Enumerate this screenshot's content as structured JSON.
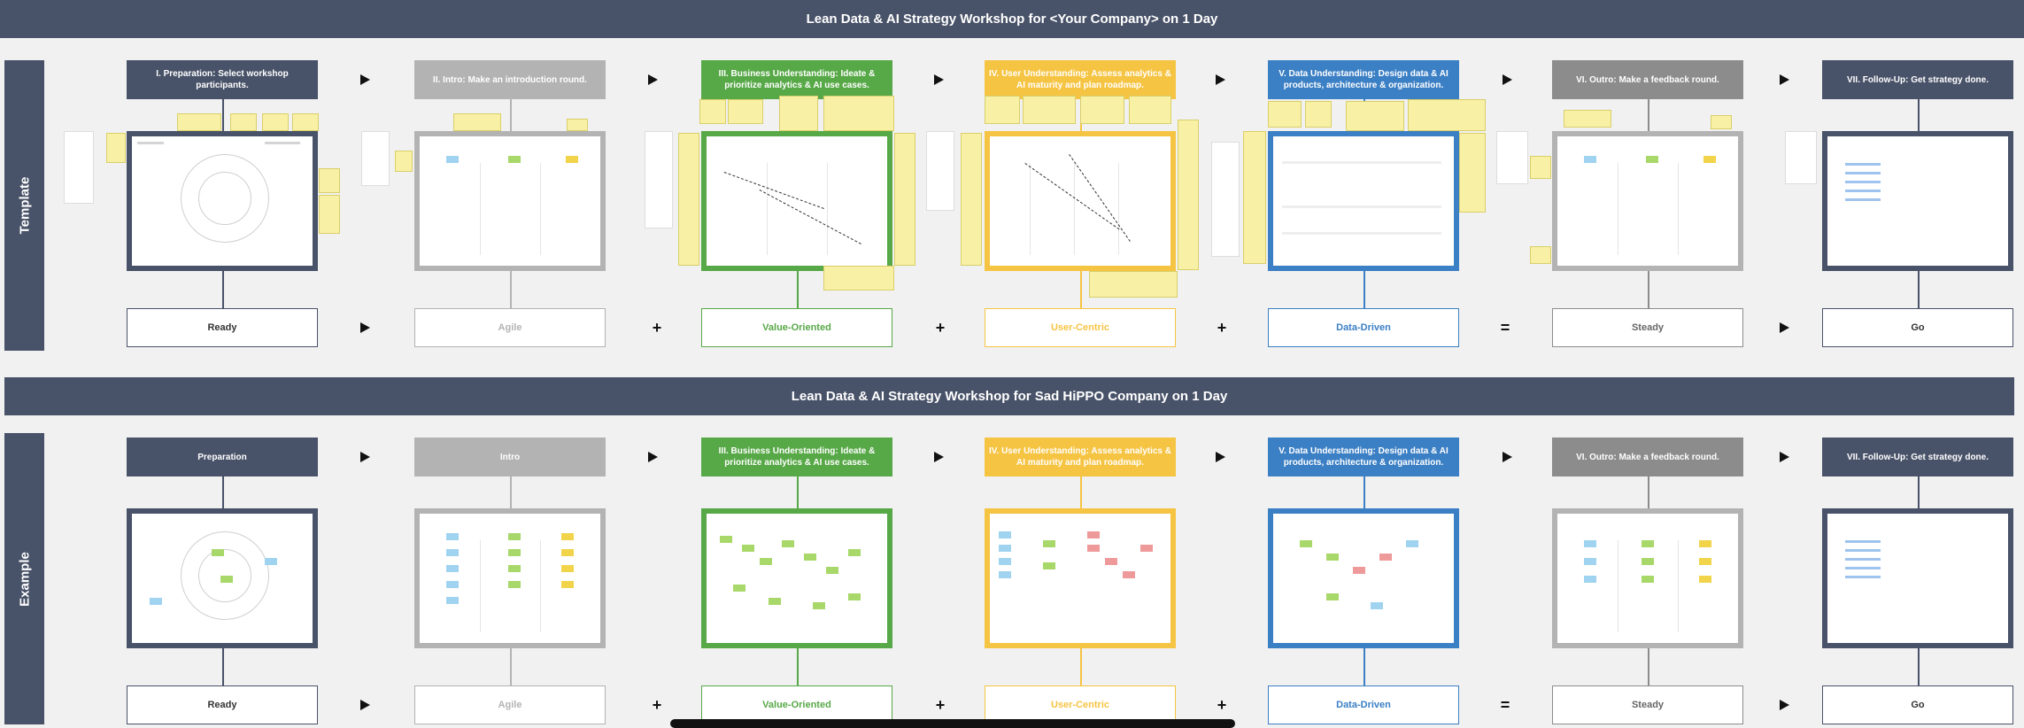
{
  "banners": {
    "template": "Lean Data & AI Strategy Workshop for <Your Company> on 1 Day",
    "example": "Lean Data & AI Strategy Workshop for Sad HiPPO Company on 1 Day"
  },
  "sections": {
    "template": "Template",
    "example": "Example"
  },
  "template_steps": [
    "I. Preparation: Select workshop participants.",
    "II. Intro: Make an introduction round.",
    "III. Business Understanding: Ideate & prioritize analytics & AI use cases.",
    "IV. User Understanding: Assess analytics & AI maturity and plan roadmap.",
    "V. Data Understanding: Design data & AI products, architecture & organization.",
    "VI. Outro: Make a feedback round.",
    "VII. Follow-Up: Get strategy done."
  ],
  "example_steps": [
    "Preparation",
    "Intro",
    "III. Business Understanding: Ideate & prioritize analytics & AI use cases.",
    "IV. User Understanding: Assess analytics & AI maturity and plan roadmap.",
    "V. Data Understanding: Design data & AI products, architecture & organization.",
    "VI. Outro: Make a feedback round.",
    "VII. Follow-Up: Get strategy done."
  ],
  "results": [
    "Ready",
    "Agile",
    "Value-Oriented",
    "User-Centric",
    "Data-Driven",
    "Steady",
    "Go"
  ],
  "operators": {
    "arrow": "▶",
    "plus": "+",
    "equals": "="
  },
  "colors": {
    "dark": "#485268",
    "grey": "#b3b3b3",
    "green": "#57a847",
    "yellow": "#f6c443",
    "blue": "#3b7fc4",
    "mid_grey": "#8c8c8c"
  },
  "icons": {
    "arrow": "play-arrow-icon"
  }
}
